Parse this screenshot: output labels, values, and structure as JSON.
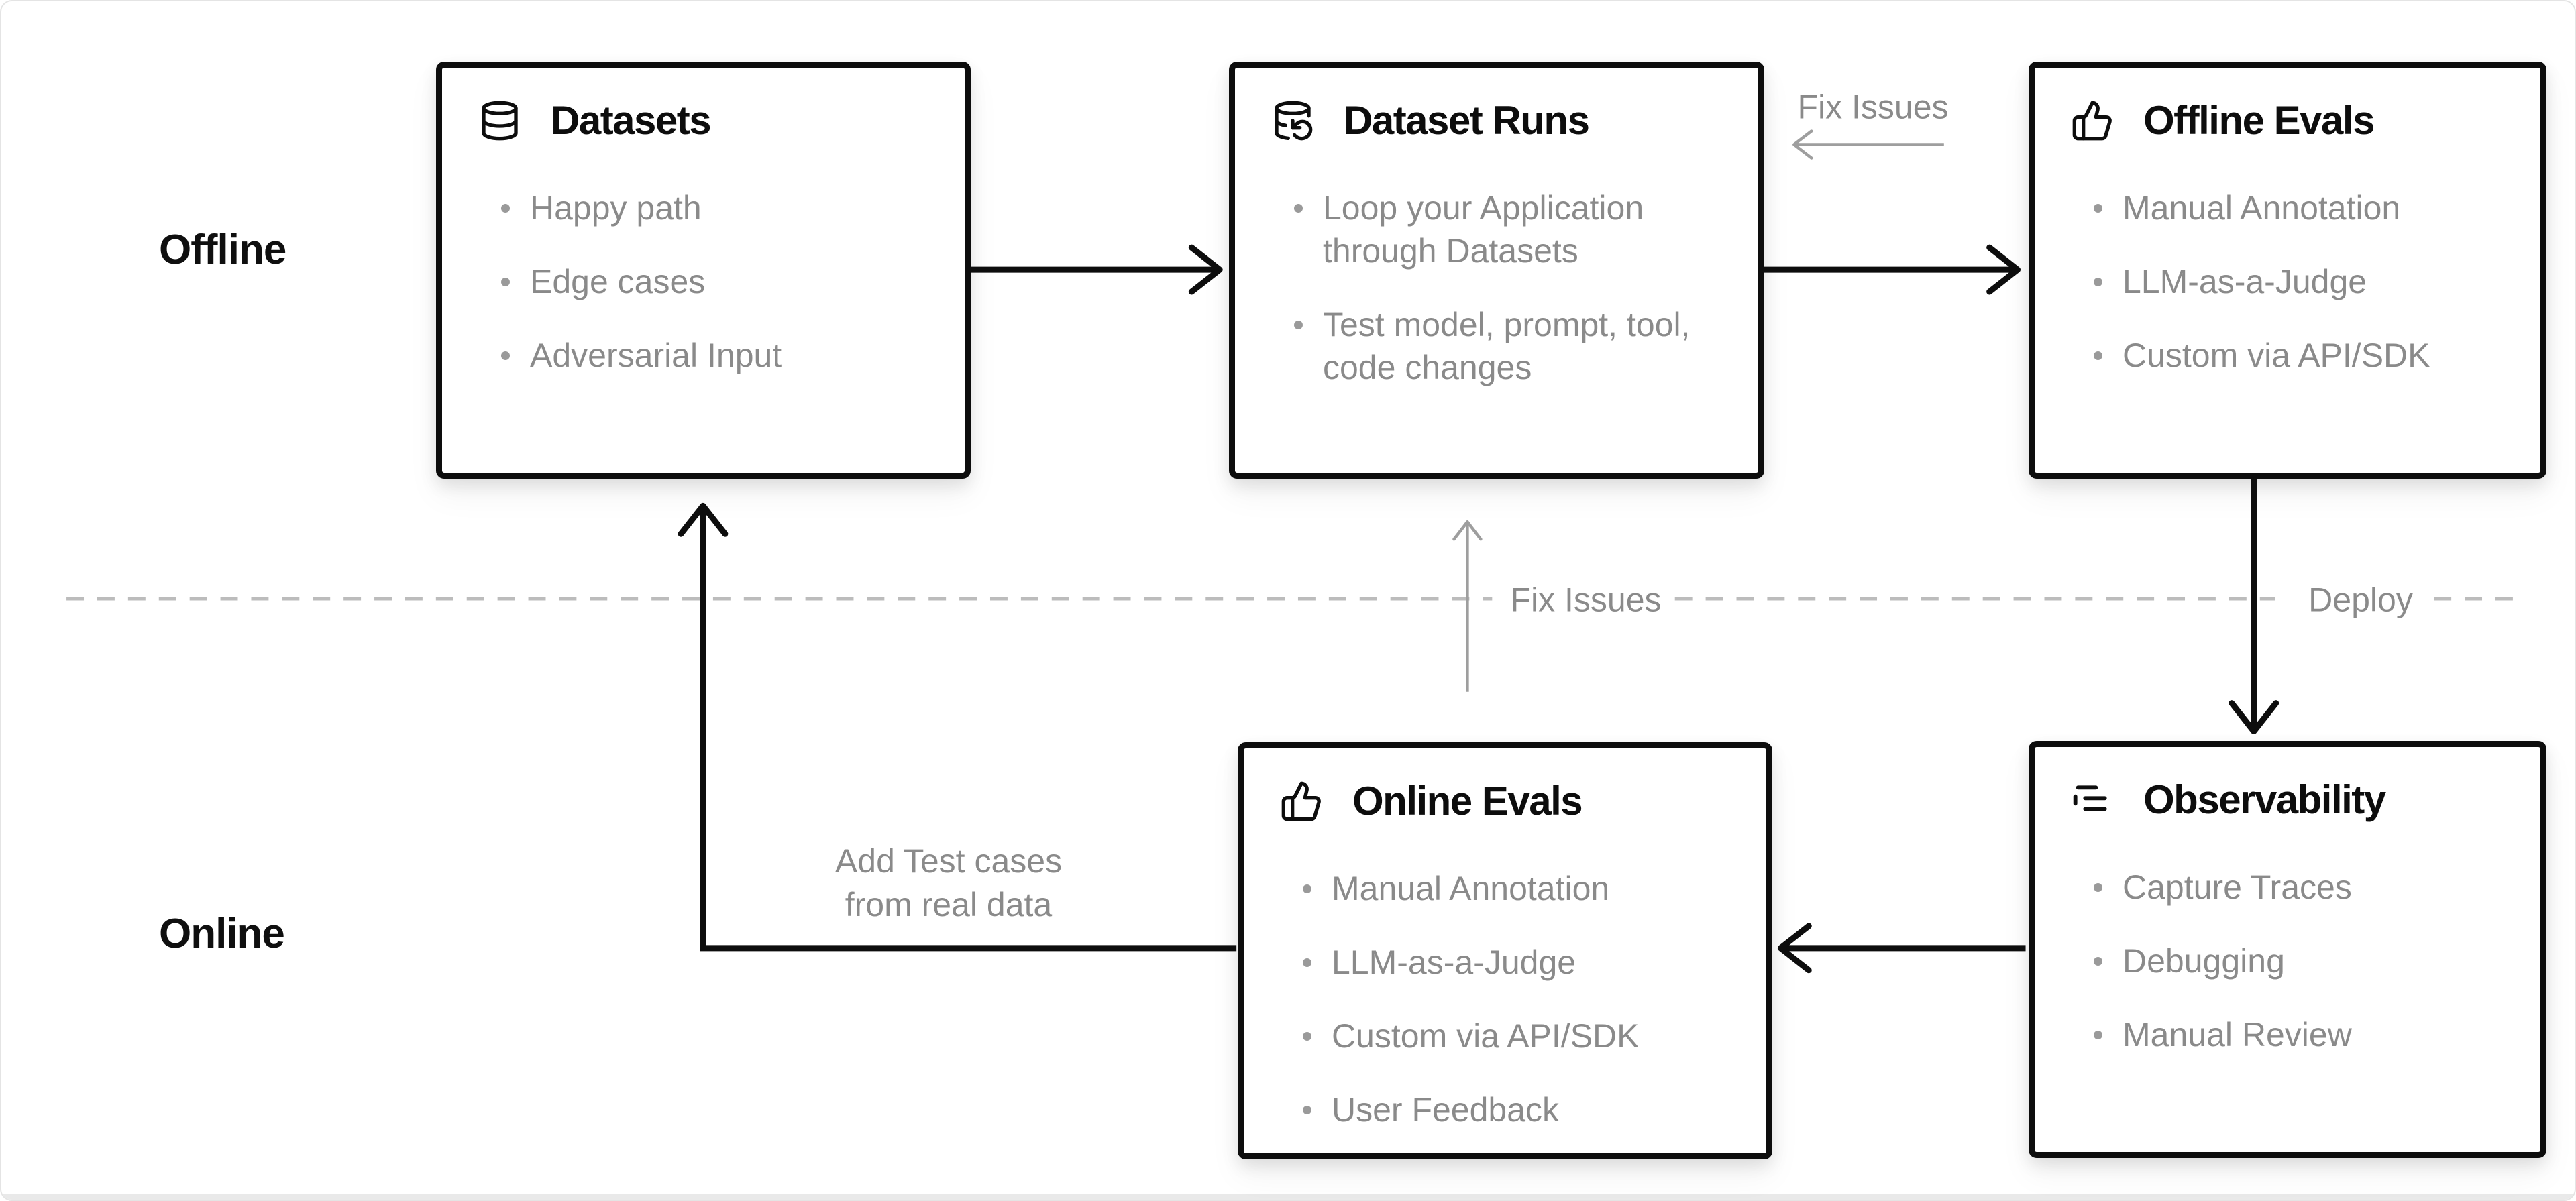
{
  "diagram": {
    "lanes": {
      "offline": "Offline",
      "online": "Online"
    },
    "boxes": [
      {
        "title": "Datasets",
        "icon": "database-icon",
        "bullets": [
          "Happy path",
          "Edge cases",
          "Adversarial Input"
        ]
      },
      {
        "title": "Dataset Runs",
        "icon": "database-refresh-icon",
        "bullets": [
          "Loop your Application through Datasets",
          "Test model, prompt, tool, code changes"
        ]
      },
      {
        "title": "Offline Evals",
        "icon": "thumbs-up-icon",
        "bullets": [
          "Manual Annotation",
          "LLM-as-a-Judge",
          "Custom via API/SDK"
        ]
      },
      {
        "title": "Online Evals",
        "icon": "thumbs-up-icon",
        "bullets": [
          "Manual Annotation",
          "LLM-as-a-Judge",
          "Custom via API/SDK",
          "User Feedback"
        ]
      },
      {
        "title": "Observability",
        "icon": "list-tree-icon",
        "bullets": [
          "Capture Traces",
          "Debugging",
          "Manual Review"
        ]
      }
    ],
    "labels": {
      "fix_issues_top": "Fix Issues",
      "fix_issues_mid": "Fix Issues",
      "deploy": "Deploy",
      "add_test_cases_line1": "Add Test cases",
      "add_test_cases_line2": "from real data"
    },
    "colors": {
      "box_border": "#0d0d0d",
      "black_arrow": "#0d0d0d",
      "gray_arrow": "#9e9e9e",
      "dashed_divider": "#bcbcbc",
      "bullet_text": "#8a8a8a",
      "title_text": "#0d0d0d"
    }
  }
}
